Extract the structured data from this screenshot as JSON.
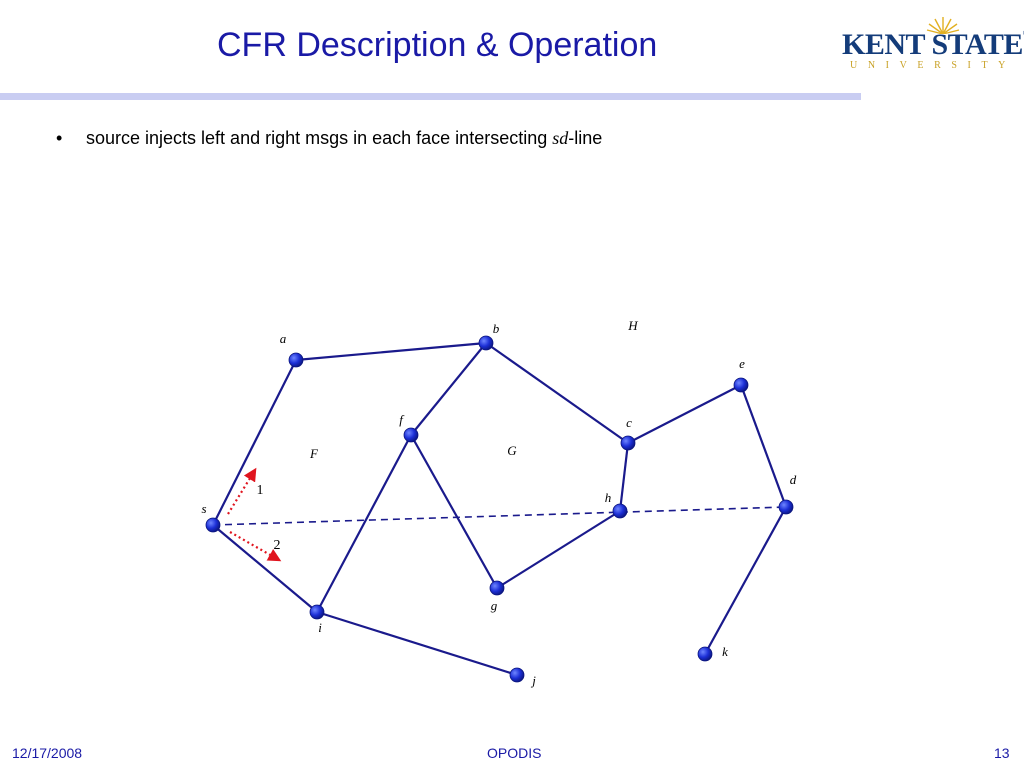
{
  "slide": {
    "title": "CFR Description & Operation",
    "logo": {
      "wordmark": "KENT STATE",
      "registered": "®",
      "subline": "UNIVERSITY"
    },
    "bullet": {
      "marker": "•",
      "text_before": "source injects  left and right msgs in each face intersecting ",
      "italic": "sd",
      "text_after": "-line"
    }
  },
  "diagram": {
    "node_color": "#1c2fd6",
    "edge_color": "#1a1a8c",
    "sdline_color": "#1a1a8c",
    "arrow_color": "#e0141e",
    "nodes": [
      {
        "id": "a",
        "label": "a"
      },
      {
        "id": "b",
        "label": "b"
      },
      {
        "id": "c",
        "label": "c"
      },
      {
        "id": "d",
        "label": "d"
      },
      {
        "id": "e",
        "label": "e"
      },
      {
        "id": "f",
        "label": "f"
      },
      {
        "id": "g",
        "label": "g"
      },
      {
        "id": "h",
        "label": "h"
      },
      {
        "id": "i",
        "label": "i"
      },
      {
        "id": "j",
        "label": "j"
      },
      {
        "id": "k",
        "label": "k"
      },
      {
        "id": "s",
        "label": "s"
      }
    ],
    "edges": [
      [
        "s",
        "a"
      ],
      [
        "a",
        "b"
      ],
      [
        "b",
        "f"
      ],
      [
        "b",
        "c"
      ],
      [
        "c",
        "e"
      ],
      [
        "e",
        "d"
      ],
      [
        "c",
        "h"
      ],
      [
        "h",
        "g"
      ],
      [
        "f",
        "g"
      ],
      [
        "f",
        "i"
      ],
      [
        "s",
        "i"
      ],
      [
        "i",
        "j"
      ],
      [
        "d",
        "k"
      ]
    ],
    "sd_line": [
      "s",
      "d"
    ],
    "face_labels": [
      {
        "label": "F"
      },
      {
        "label": "G"
      },
      {
        "label": "H"
      }
    ],
    "arrows": [
      {
        "label": "1"
      },
      {
        "label": "2"
      }
    ]
  },
  "footer": {
    "date": "12/17/2008",
    "venue": "OPODIS",
    "page": "13"
  }
}
